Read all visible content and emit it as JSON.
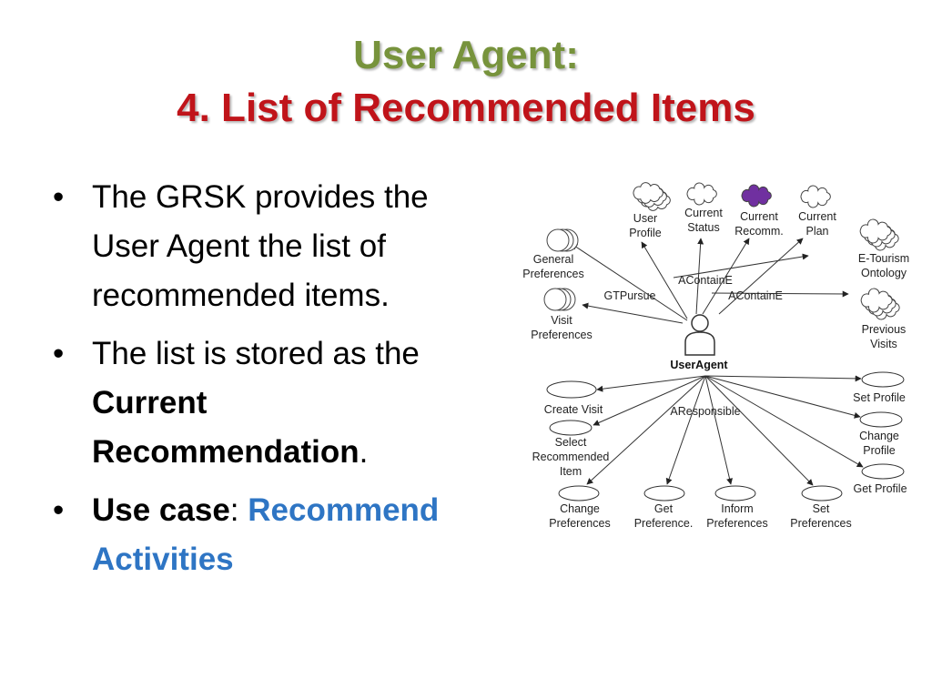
{
  "slide": {
    "title_line1": "User Agent:",
    "title_line2": "4. List of Recommended Items",
    "colors": {
      "title_line1": "#77933c",
      "title_line2": "#c0141a",
      "use_case_link": "#2e75c4",
      "current_recomm_fill": "#7030a0"
    },
    "bullets": [
      {
        "text": "The GRSK provides the User Agent the list of recommended items."
      },
      {
        "prefix": "The list is stored as the ",
        "bold": "Current Recommendation",
        "suffix": "."
      },
      {
        "label": "Use case",
        "separator": ": ",
        "link": "Recommend Activities"
      }
    ]
  },
  "diagram": {
    "center": "UserAgent",
    "clouds": {
      "user_profile": [
        "User",
        "Profile"
      ],
      "current_status": [
        "Current",
        "Status"
      ],
      "current_recomm": [
        "Current",
        "Recomm."
      ],
      "current_plan": [
        "Current",
        "Plan"
      ],
      "etourism": [
        "E-Tourism",
        "Ontology"
      ],
      "previous_visits": [
        "Previous",
        "Visits"
      ]
    },
    "goals": {
      "general_preferences": [
        "General",
        "Preferences"
      ],
      "visit_preferences": [
        "Visit",
        "Preferences"
      ]
    },
    "relations": {
      "gtpursue": "GTPursue",
      "acontaine1": "AContainE",
      "acontaine2": "AContainE",
      "aresponsible": "AResponsible"
    },
    "use_cases": {
      "create_visit": [
        "Create Visit"
      ],
      "select_item": [
        "Select",
        "Recommended",
        "Item"
      ],
      "change_prefs": [
        "Change",
        "Preferences"
      ],
      "get_prefs": [
        "Get",
        "Preference."
      ],
      "inform_prefs": [
        "Inform",
        "Preferences"
      ],
      "set_prefs": [
        "Set",
        "Preferences"
      ],
      "set_profile": [
        "Set Profile"
      ],
      "change_profile": [
        "Change",
        "Profile"
      ],
      "get_profile": [
        "Get Profile"
      ]
    }
  }
}
